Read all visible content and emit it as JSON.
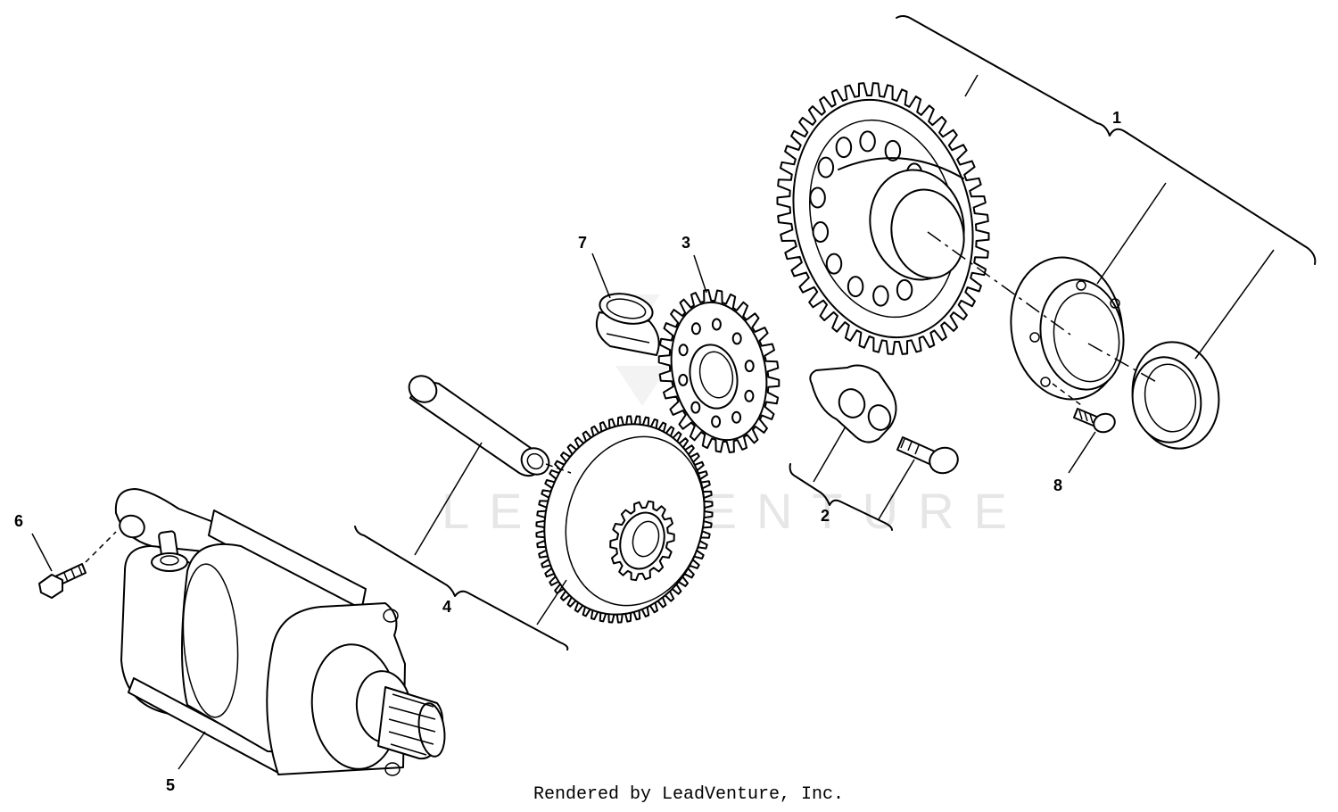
{
  "watermark": "LEADVENTURE",
  "credit": "Rendered by LeadVenture, Inc.",
  "callouts": {
    "c1": "1",
    "c2": "2",
    "c3": "3",
    "c4": "4",
    "c5": "5",
    "c6": "6",
    "c7": "7",
    "c8": "8"
  }
}
